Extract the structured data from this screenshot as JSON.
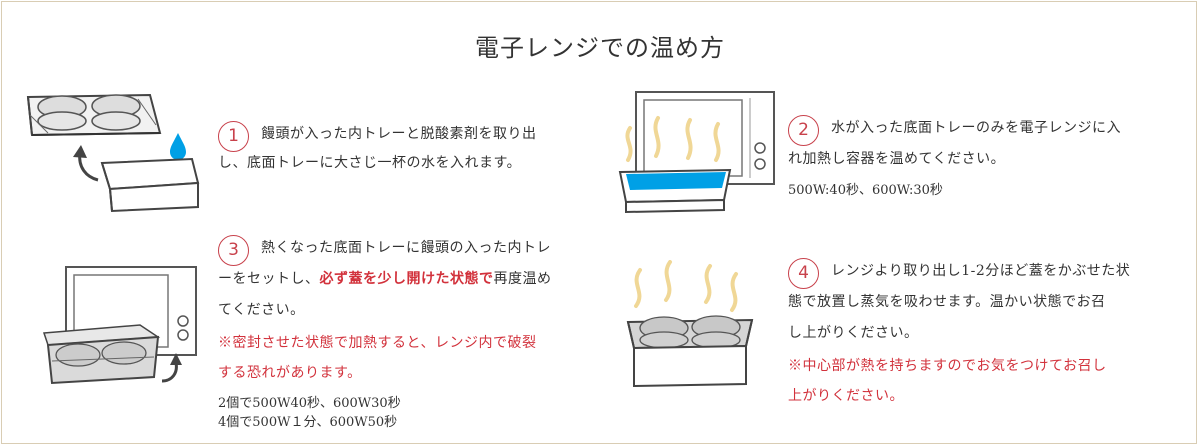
{
  "title": "電子レンジでの温め方",
  "steps": [
    {
      "number": "1",
      "line1": "饅頭が入った内トレーと脱酸素剤を取り出",
      "line2": "し、底面トレーに大さじ一杯の水を入れます。"
    },
    {
      "number": "2",
      "line1": "水が入った底面トレーのみを電子レンジに入",
      "line2": "れ加熱し容器を温めてください。",
      "time": "500W:40秒、600W:30秒"
    },
    {
      "number": "3",
      "line1": "熱くなった底面トレーに饅頭の入った内トレ",
      "line2_pre": "ーをセットし、",
      "line2_emph": "必ず蓋を少し開けた状態で",
      "line2_post": "再度温め",
      "line3": "てください。",
      "note1": "※密封させた状態で加熱すると、レンジ内で破裂",
      "note2": "する恐れがあります。",
      "time1": "2個で500W40秒、600W30秒",
      "time2": "4個で500W１分、600W50秒"
    },
    {
      "number": "4",
      "line1": "レンジより取り出し1-2分ほど蓋をかぶせた状",
      "line2": "態で放置し蒸気を吸わせます。温かい状態でお召",
      "line3": "し上がりください。",
      "note1": "※中心部が熱を持ちますのでお気をつけてお召し",
      "note2": "上がりください。"
    }
  ],
  "colors": {
    "accent": "#c8414b",
    "water": "#00a0e6",
    "steam": "#f0d796",
    "frame": "#d9cdb4"
  }
}
